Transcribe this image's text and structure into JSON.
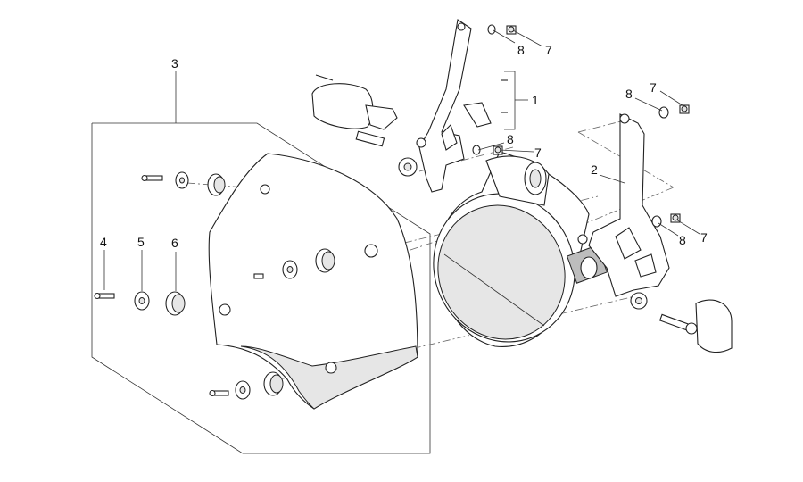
{
  "callouts": [
    {
      "id": "c1",
      "text": "1"
    },
    {
      "id": "c2",
      "text": "2"
    },
    {
      "id": "c3",
      "text": "3"
    },
    {
      "id": "c4",
      "text": "4"
    },
    {
      "id": "c5",
      "text": "5"
    },
    {
      "id": "c6",
      "text": "6"
    },
    {
      "id": "c7a",
      "text": "7"
    },
    {
      "id": "c7b",
      "text": "7"
    },
    {
      "id": "c7c",
      "text": "7"
    },
    {
      "id": "c7d",
      "text": "7"
    },
    {
      "id": "c8a",
      "text": "8"
    },
    {
      "id": "c8b",
      "text": "8"
    },
    {
      "id": "c8c",
      "text": "8"
    },
    {
      "id": "c8d",
      "text": "8"
    }
  ]
}
